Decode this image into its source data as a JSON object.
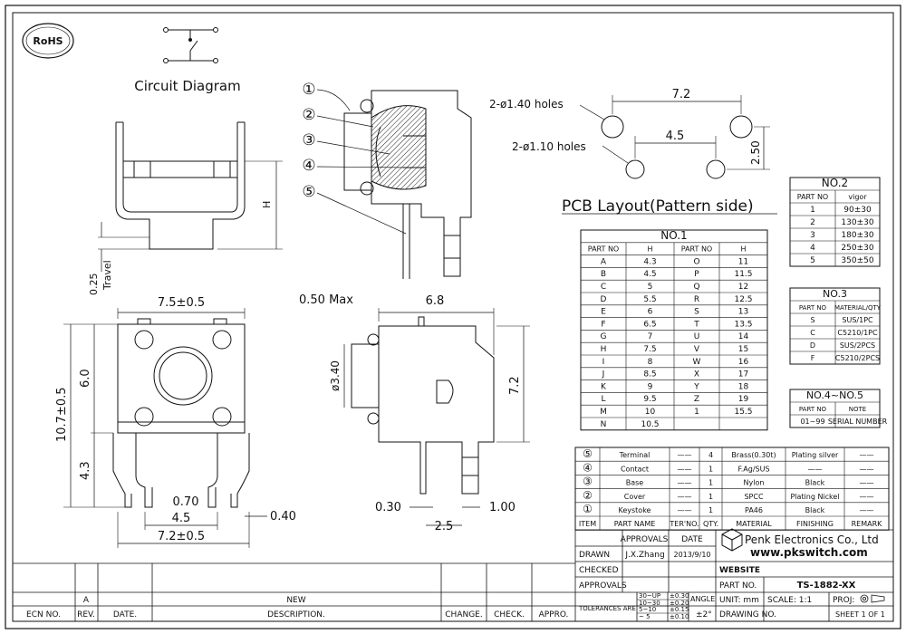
{
  "rohs": "RoHS",
  "circuit_diagram": "Circuit Diagram",
  "callouts": [
    "①",
    "②",
    "③",
    "④",
    "⑤"
  ],
  "side_view": {
    "h": "H",
    "travel_val": "0.25",
    "travel": "Travel"
  },
  "pcb": {
    "title": "PCB Layout(Pattern side)",
    "holes_140": "2-ø1.40 holes",
    "holes_110": "2-ø1.10 holes",
    "dim_72": "7.2",
    "dim_45": "4.5",
    "dim_250": "2.50"
  },
  "front_view": {
    "w": "7.5±0.5",
    "h_total": "10.7±0.5",
    "h_upper": "6.0",
    "h_lower": "4.3",
    "pin_spacing_small": "0.70",
    "pin_spacing": "4.5",
    "base_w": "7.2±0.5",
    "pin_thk": "0.40"
  },
  "profile_view": {
    "max_label": "0.50 Max",
    "depth": "6.8",
    "dia": "ø3.40",
    "height": "7.2",
    "pin_w": "0.30",
    "pin_off": "2.5",
    "pin_len": "1.00"
  },
  "table_no1": {
    "title": "NO.1",
    "headers": [
      "PART NO",
      "H",
      "PART NO",
      "H"
    ],
    "rows": [
      [
        "A",
        "4.3",
        "O",
        "11"
      ],
      [
        "B",
        "4.5",
        "P",
        "11.5"
      ],
      [
        "C",
        "5",
        "Q",
        "12"
      ],
      [
        "D",
        "5.5",
        "R",
        "12.5"
      ],
      [
        "E",
        "6",
        "S",
        "13"
      ],
      [
        "F",
        "6.5",
        "T",
        "13.5"
      ],
      [
        "G",
        "7",
        "U",
        "14"
      ],
      [
        "H",
        "7.5",
        "V",
        "15"
      ],
      [
        "I",
        "8",
        "W",
        "16"
      ],
      [
        "J",
        "8.5",
        "X",
        "17"
      ],
      [
        "K",
        "9",
        "Y",
        "18"
      ],
      [
        "L",
        "9.5",
        "Z",
        "19"
      ],
      [
        "M",
        "10",
        "1",
        "15.5"
      ],
      [
        "N",
        "10.5",
        "",
        ""
      ]
    ]
  },
  "table_no2": {
    "title": "NO.2",
    "headers": [
      "PART NO",
      "vigor"
    ],
    "rows": [
      [
        "1",
        "90±30"
      ],
      [
        "2",
        "130±30"
      ],
      [
        "3",
        "180±30"
      ],
      [
        "4",
        "250±30"
      ],
      [
        "5",
        "350±50"
      ]
    ]
  },
  "table_no3": {
    "title": "NO.3",
    "headers": [
      "PART NO",
      "MATERIAL/QTY"
    ],
    "rows": [
      [
        "S",
        "SUS/1PC"
      ],
      [
        "C",
        "C5210/1PC"
      ],
      [
        "D",
        "SUS/2PCS"
      ],
      [
        "F",
        "C5210/2PCS"
      ]
    ]
  },
  "table_no45": {
    "title": "NO.4~NO.5",
    "headers": [
      "PART NO",
      "NOTE"
    ],
    "rows": [
      [
        "01~99",
        "SERIAL NUMBER"
      ]
    ]
  },
  "bom": {
    "rows": [
      [
        "⑤",
        "Terminal",
        "——",
        "4",
        "Brass(0.30t)",
        "Plating silver",
        "——"
      ],
      [
        "④",
        "Contact",
        "——",
        "1",
        "F.Ag/SUS",
        "——",
        "——"
      ],
      [
        "③",
        "Base",
        "——",
        "1",
        "Nylon",
        "Black",
        "——"
      ],
      [
        "②",
        "Cover",
        "——",
        "1",
        "SPCC",
        "Plating Nickel",
        "——"
      ],
      [
        "①",
        "Keystoke",
        "——",
        "1",
        "PA46",
        "Black",
        "——"
      ]
    ],
    "headers": [
      "ITEM",
      "PART NAME",
      "TER'NO.",
      "QTY.",
      "MATERIAL",
      "FINISHING",
      "REMARK"
    ]
  },
  "title_block": {
    "approvals": "APPROVALS",
    "date": "DATE",
    "drawn": "DRAWN",
    "drawn_by": "J.X.Zhang",
    "drawn_date": "2013/9/10",
    "checked": "CHECKED",
    "approvals2": "APPROVALS",
    "company": "Penk Electronics Co., Ltd",
    "website_url": "www.pkswitch.com",
    "website": "WEBSITE",
    "part_no_label": "PART NO.",
    "part_no": "TS-1882-XX",
    "tolerances": "TOLERANCES ARE",
    "tol_rows": [
      [
        "30~UP",
        "±0.30"
      ],
      [
        "10~30",
        "±0.20"
      ],
      [
        "5~10",
        "±0.15"
      ],
      [
        "~ 5",
        "±0.10"
      ]
    ],
    "angle": "ANGLE",
    "angle_val": "±2°",
    "unit": "UNIT: mm",
    "scale": "SCALE: 1:1",
    "proj": "PROJ:",
    "drawing_no": "DRAWING NO.",
    "sheet": "SHEET  1 OF 1"
  },
  "revision": {
    "headers": [
      "ECN NO.",
      "REV.",
      "DATE.",
      "DESCRIPTION.",
      "CHANGE.",
      "CHECK.",
      "APPRO."
    ],
    "row": [
      "",
      "A",
      "",
      "NEW",
      "",
      "",
      ""
    ]
  }
}
